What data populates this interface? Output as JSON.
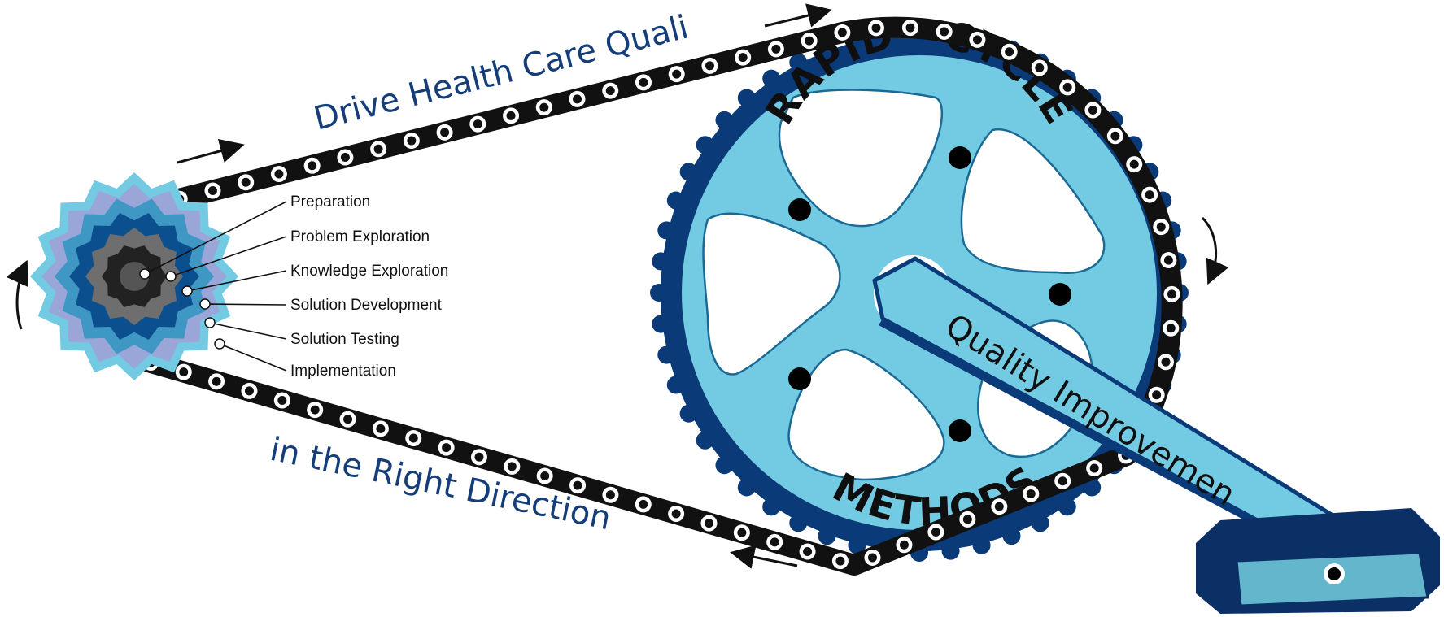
{
  "headline": {
    "top": "Drive Health Care Quality",
    "bottom": "in the Right Direction"
  },
  "sprocket": {
    "top_label": "RAPID - CYCLE",
    "bottom_label": "METHODS"
  },
  "crank_arm_label": "Quality Improvement",
  "cassette_steps": [
    "Preparation",
    "Problem Exploration",
    "Knowledge Exploration",
    "Solution Development",
    "Solution Testing",
    "Implementation"
  ],
  "colors": {
    "chain": "#111111",
    "sprocket_fill": "#73cbe3",
    "sprocket_rim": "#0b3a78",
    "crank_fill": "#73cbe3",
    "crank_outline": "#0b3a78",
    "pedal_body": "#0b3066",
    "pedal_face": "#63b6cc",
    "headline_text": "#143d7a",
    "cassette_rings": [
      "#73cbe3",
      "#9aa6d8",
      "#3f97c4",
      "#0b4f8e",
      "#6e6e6e",
      "#222222"
    ]
  },
  "icons": [
    "chain",
    "sprocket",
    "crank-arm",
    "pedal",
    "rotation-arrow"
  ]
}
